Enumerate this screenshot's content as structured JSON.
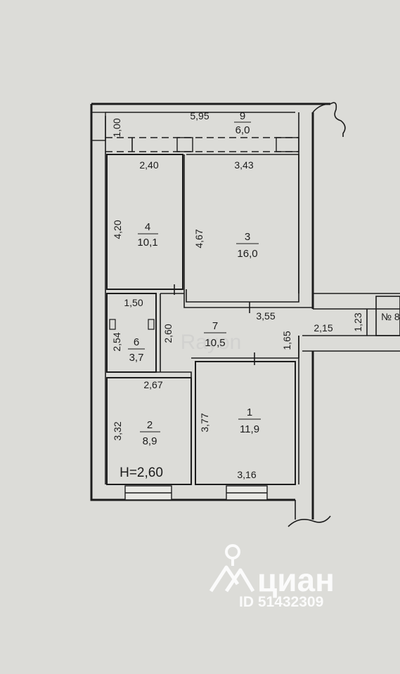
{
  "rooms": [
    {
      "id": "9",
      "area": "6,0"
    },
    {
      "id": "4",
      "area": "10,1"
    },
    {
      "id": "3",
      "area": "16,0"
    },
    {
      "id": "7",
      "area": "10,5"
    },
    {
      "id": "6",
      "area": "3,7"
    },
    {
      "id": "2",
      "area": "8,9"
    },
    {
      "id": "1",
      "area": "11,9"
    }
  ],
  "dimensions": {
    "d100": "1,00",
    "d595": "5,95",
    "d240": "2,40",
    "d343": "3,43",
    "d420": "4,20",
    "d467": "4,67",
    "d150": "1,50",
    "d355": "3,55",
    "d123": "1,23",
    "d254": "2,54",
    "d260": "2,60",
    "d165": "1,65",
    "d215": "2,15",
    "d267": "2,67",
    "d332": "3,32",
    "d377": "3,77",
    "d316": "3,16"
  },
  "ceiling_height": "Н=2,60",
  "neighbor_label": "№ 8",
  "watermark_faint": "Rayon",
  "brand": {
    "name": "циан",
    "listing_id": "ID 51432309"
  }
}
